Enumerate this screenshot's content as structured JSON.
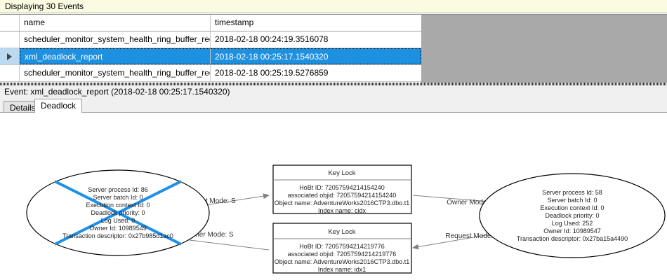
{
  "banner": {
    "text": "Displaying 30 Events"
  },
  "grid": {
    "columns": [
      "",
      "name",
      "timestamp"
    ],
    "rows": [
      {
        "selector": "",
        "name": "scheduler_monitor_system_health_ring_buffer_recorded",
        "timestamp": "2018-02-18 00:24:19.3516078",
        "selected": false
      },
      {
        "selector": "row-pointer-icon",
        "name": "xml_deadlock_report",
        "timestamp": "2018-02-18 00:25:17.1540320",
        "selected": true
      },
      {
        "selector": "",
        "name": "scheduler_monitor_system_health_ring_buffer_recorded",
        "timestamp": "2018-02-18 00:25:19.5276859",
        "selected": false
      }
    ]
  },
  "event": {
    "title": "Event: xml_deadlock_report (2018-02-18 00:25:17.1540320)"
  },
  "tabs": [
    {
      "label": "Details",
      "active": false
    },
    {
      "label": "Deadlock",
      "active": true
    }
  ],
  "colors": {
    "selection_blue": "#1e90e0",
    "victim_cross": "#1e90e8",
    "banner_yellow": "#fbfbe2",
    "grid_backdrop_gray": "#a9a9a9",
    "edge_stroke": "#808080",
    "node_stroke": "#000000"
  },
  "deadlock_graph": {
    "processes": [
      {
        "id": "process-left",
        "is_victim": true,
        "lines": [
          "Server process Id: 86",
          "Server batch Id: 0",
          "Execution context Id: 0",
          "Deadlock priority: 0",
          "Log Used: 0",
          "Owner Id: 10989549",
          "Transaction descriptor: 0x27b985d1ac0"
        ]
      },
      {
        "id": "process-right",
        "is_victim": false,
        "lines": [
          "Server process Id: 58",
          "Server batch Id: 0",
          "Execution context Id: 0",
          "Deadlock priority: 0",
          "Log Used: 252",
          "Owner Id: 10989547",
          "Transaction descriptor: 0x27ba15a4490"
        ]
      }
    ],
    "resources": [
      {
        "id": "key-lock-top",
        "title": "Key Lock",
        "lines": [
          "HoBt ID: 72057594214154240",
          "associated objid: 72057594214154240",
          "Object name: AdventureWorks2016CTP3.dbo.t1",
          "Index name: cidx"
        ]
      },
      {
        "id": "key-lock-bottom",
        "title": "Key Lock",
        "lines": [
          "HoBt ID: 72057594214219776",
          "associated objid: 72057594214219776",
          "Object name: AdventureWorks2016CTP3.dbo.t1",
          "Index name: idx1"
        ]
      }
    ],
    "edges": [
      {
        "id": "edge-left-request",
        "label": "Request Mode: S",
        "from": "process-left",
        "to": "key-lock-top",
        "direction": "right"
      },
      {
        "id": "edge-right-owner",
        "label": "Owner Mode: X",
        "from": "key-lock-top",
        "to": "process-right",
        "direction": "right"
      },
      {
        "id": "edge-left-owner",
        "label": "Owner Mode: S",
        "from": "key-lock-bottom",
        "to": "process-left",
        "direction": "left"
      },
      {
        "id": "edge-right-request",
        "label": "Request Mode: X",
        "from": "process-right",
        "to": "key-lock-bottom",
        "direction": "left"
      }
    ]
  }
}
